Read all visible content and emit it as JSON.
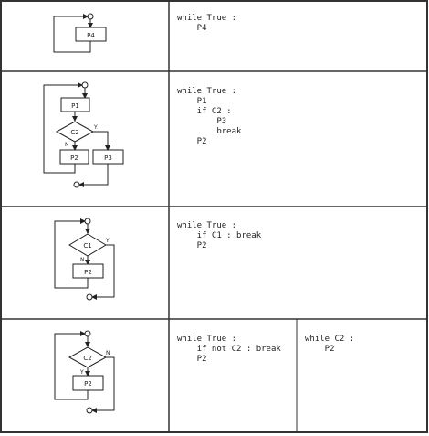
{
  "rows": [
    {
      "diagram": {
        "box_a": "P4"
      },
      "code": "while True :\n    P4"
    },
    {
      "diagram": {
        "box_a": "P1",
        "cond": "C2",
        "yes": "Y",
        "no": "N",
        "box_left": "P2",
        "box_right": "P3"
      },
      "code": "while True :\n    P1\n    if C2 :\n        P3\n        break\n    P2"
    },
    {
      "diagram": {
        "cond": "C1",
        "yes": "Y",
        "no": "N",
        "box_a": "P2"
      },
      "code": "while True :\n    if C1 : break\n    P2"
    },
    {
      "diagram": {
        "cond": "C2",
        "no": "N",
        "yes": "Y",
        "box_a": "P2"
      },
      "code": "while True :\n    if not C2 : break\n    P2",
      "code_alt": "while C2 :\n    P2"
    }
  ]
}
